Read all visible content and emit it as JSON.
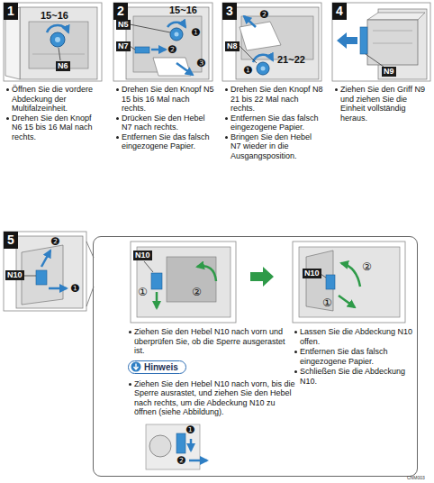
{
  "diagram": {
    "nodes": [
      {
        "text": [
          "1"
        ]
      },
      {
        "text": [
          "2"
        ]
      },
      {
        "text": [
          "3"
        ]
      },
      {
        "text": [
          "4"
        ]
      },
      {
        "text": [
          "5"
        ]
      },
      {
        "text": [
          "Ziehen Sie den Hebel N10 nach vorn und überprüfen Sie, ob die Sperre ausgerastet ist.",
          "Ziehen Sie den Hebel N10 nach vorn, bis die Sperre ausrastet, und ziehen Sie den Hebel nach rechts, um die Abdeckung N10 zu öffnen (siehe Abbildung).",
          "Lassen Sie die Abdeckung N10 offen.",
          "Entfernen Sie das falsch eingezogene Papier.",
          "Schließen Sie die Abdeckung N10."
        ]
      },
      {
        "text": [
          "Hinweis"
        ],
        "in": 5
      }
    ],
    "labels": [
      "15~16",
      "N6",
      "Öffnen Sie die vordere Abdeckung der Multifalzeinheit.",
      "Drehen Sie den Knopf N6 15 bis 16 Mal nach rechts.",
      "15~16",
      "N5",
      "❶",
      "❷",
      "N7",
      "❸",
      "Drehen Sie den Knopf N5 15 bis 16 Mal nach rechts.",
      "Drücken Sie den Hebel N7 nach rechts.",
      "Entfernen Sie das falsch eingezogene Papier.",
      "❷",
      "N8",
      "❶",
      "21~22",
      "Drehen Sie den Knopf N8 21 bis 22 Mal nach rechts.",
      "Entfernen Sie das falsch eingezogene Papier.",
      "Bringen Sie den Hebel N7 wieder in die Ausgangsposition.",
      "N9",
      "Ziehen Sie den Griff N9 und ziehen Sie die Einheit vollständig heraus.",
      "❷",
      "N10",
      "❶",
      "N10",
      "①",
      "②",
      "②",
      "N10",
      "①",
      "❶",
      "❷",
      "CNM003"
    ]
  }
}
